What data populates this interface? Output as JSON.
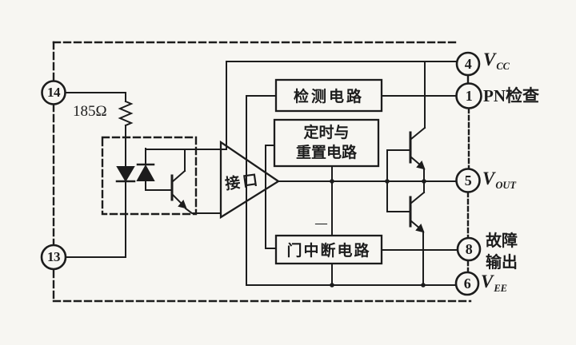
{
  "figure": {
    "background": "#f7f6f2",
    "ink": "#1c1c1c",
    "resistor_label": "185Ω",
    "amp_label": "接口",
    "minus_label": "—",
    "blocks": {
      "detect": {
        "label": "检测电路"
      },
      "timing": {
        "line1": "定时与",
        "line2": "重置电路"
      },
      "gate": {
        "label": "门中断电路"
      }
    },
    "pins_left": [
      {
        "number": "14"
      },
      {
        "number": "13"
      }
    ],
    "pins_right": [
      {
        "number": "4",
        "label_main": "V",
        "label_sub": "CC"
      },
      {
        "number": "1",
        "label": "PN检查"
      },
      {
        "number": "5",
        "label_main": "V",
        "label_sub": "OUT"
      },
      {
        "number": "8",
        "label_line1": "故障",
        "label_line2": "输出"
      },
      {
        "number": "6",
        "label_main": "V",
        "label_sub": "EE"
      }
    ]
  }
}
